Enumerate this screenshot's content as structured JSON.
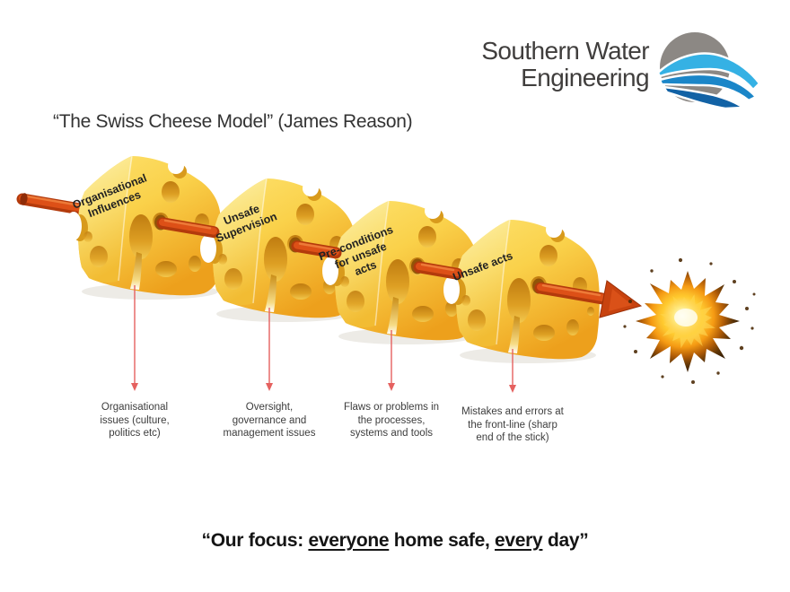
{
  "logo": {
    "line1": "Southern Water",
    "line2": "Engineering",
    "mark_icon": "water-swoosh-logo"
  },
  "title": "“The Swiss Cheese Model” (James Reason)",
  "diagram": {
    "slices": [
      {
        "label": "Organisational\nInfluences",
        "caption": "Organisational\nissues (culture,\npolitics etc)"
      },
      {
        "label": "Unsafe\nSupervision",
        "caption": "Oversight,\ngovernance and\nmanagement issues"
      },
      {
        "label": "Pre-conditions\nfor unsafe\nacts",
        "caption": "Flaws or problems in\nthe processes,\nsystems and tools"
      },
      {
        "label": "Unsafe acts",
        "caption": "Mistakes and errors at\nthe front-line (sharp\nend of the stick)"
      }
    ],
    "icons": {
      "cheese": "swiss-cheese-slice",
      "arrow": "hazard-trajectory-arrow",
      "explosion": "explosion-burst",
      "pointer": "down-pointer-arrow"
    },
    "colors": {
      "cheese_yellow": "#fad14a",
      "arrow_red": "#c64311",
      "pointer_red": "#e5615f",
      "logo_blue": "#1b86c8",
      "logo_gray": "#8c8884"
    }
  },
  "footer": {
    "p1": "“Our focus: ",
    "p2": "everyone",
    "p3": " home safe, ",
    "p4": "every",
    "p5": " day”"
  }
}
